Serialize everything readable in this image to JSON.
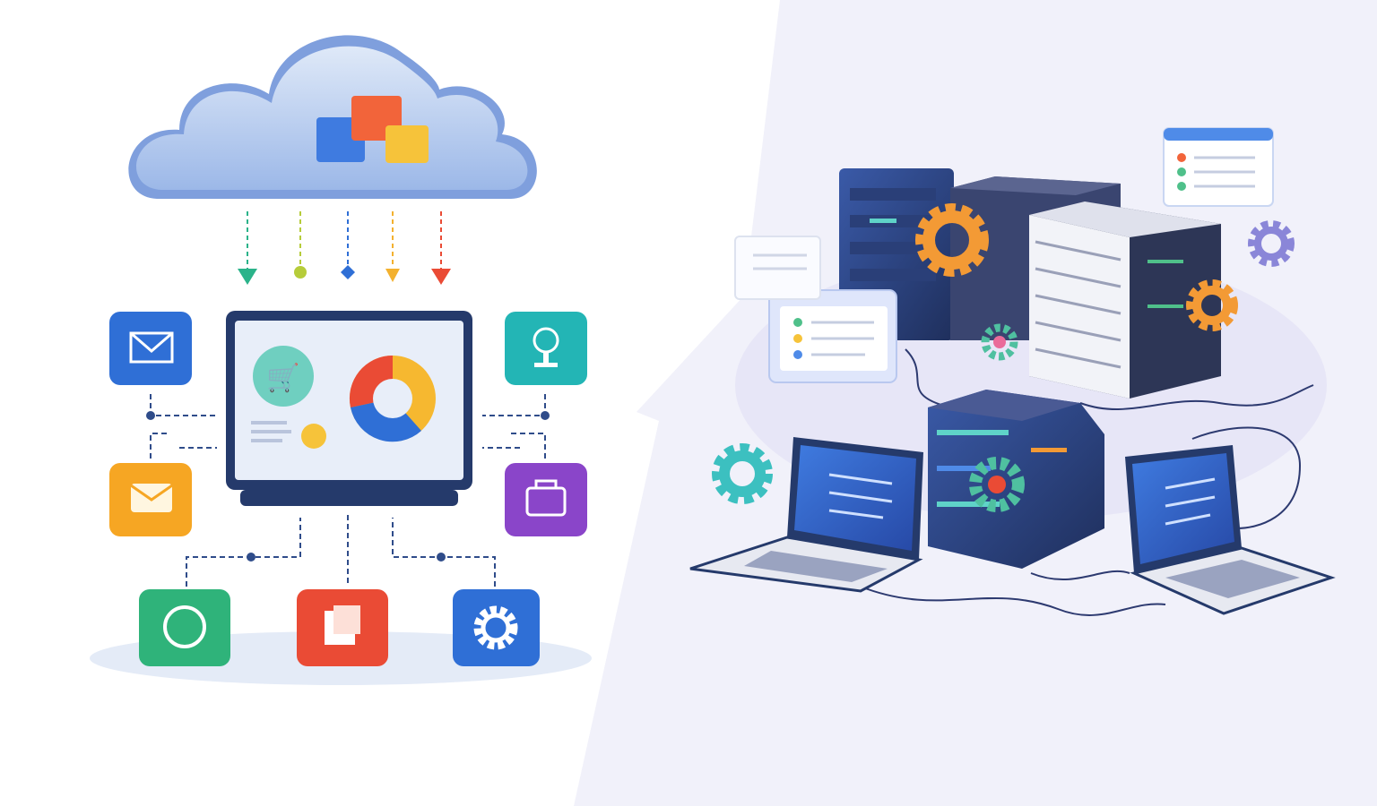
{
  "illustration": {
    "left_panel": {
      "theme": "cloud computing hub",
      "cloud_icon": "cloud-icon",
      "arrows": [
        "#2bb38a",
        "#b6cc3a",
        "#2f6fd6",
        "#f3b12f",
        "#ea4b35"
      ],
      "center_device": "monitor-dashboard",
      "side_apps": [
        {
          "icon": "email-icon",
          "color": "#2f6fd6"
        },
        {
          "icon": "message-icon",
          "color": "#f6a623"
        },
        {
          "icon": "webcam-icon",
          "color": "#23b5b5"
        },
        {
          "icon": "bag-icon",
          "color": "#8a45c9"
        }
      ],
      "bottom_apps": [
        {
          "icon": "sync-icon",
          "color": "#2fb37a"
        },
        {
          "icon": "documents-icon",
          "color": "#ea4b35"
        },
        {
          "icon": "gear-icon",
          "color": "#2f6fd6"
        }
      ]
    },
    "right_panel": {
      "theme": "server network",
      "background": "#f1f1fa",
      "devices": [
        "server-rack",
        "server-rack",
        "server-rack",
        "server-rack",
        "laptop",
        "laptop"
      ],
      "gear_colors": [
        "#f39a35",
        "#8a86d8",
        "#3cc0c0",
        "#4fc0a0"
      ]
    },
    "palette": {
      "navy": "#253a6b",
      "blue": "#3b6fd8",
      "lavender": "#c9c8ee"
    }
  }
}
